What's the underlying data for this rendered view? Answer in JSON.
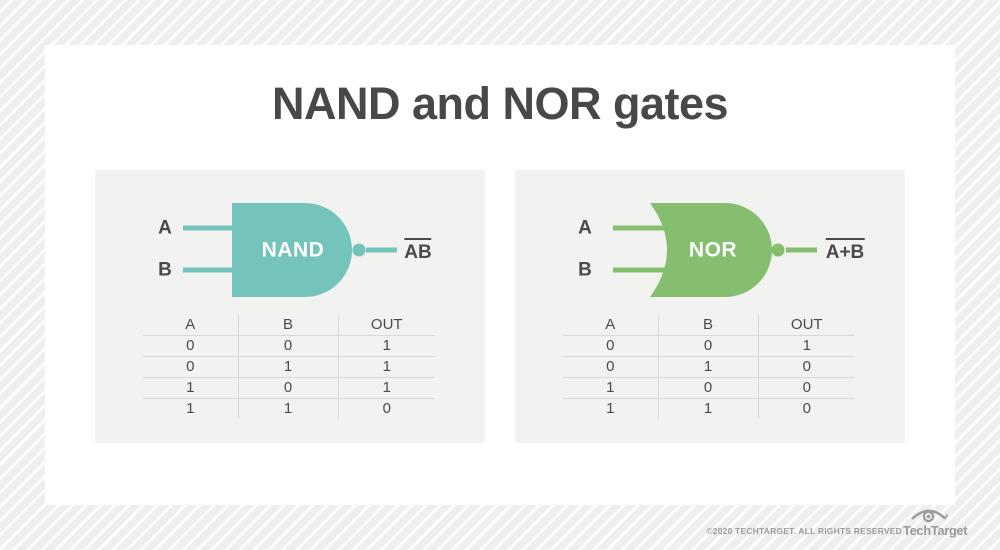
{
  "title": "NAND and NOR gates",
  "panels": [
    {
      "name": "nand",
      "gate_label": "NAND",
      "input_a": "A",
      "input_b": "B",
      "output_label": "AB",
      "output_note": "overline over AB (negation)",
      "color": "#74c4bc",
      "table": {
        "headers": [
          "A",
          "B",
          "OUT"
        ],
        "rows": [
          [
            "0",
            "0",
            "1"
          ],
          [
            "0",
            "1",
            "1"
          ],
          [
            "1",
            "0",
            "1"
          ],
          [
            "1",
            "1",
            "0"
          ]
        ]
      }
    },
    {
      "name": "nor",
      "gate_label": "NOR",
      "input_a": "A",
      "input_b": "B",
      "output_label": "A+B",
      "output_note": "overline over A+B (negation)",
      "color": "#84be6e",
      "table": {
        "headers": [
          "A",
          "B",
          "OUT"
        ],
        "rows": [
          [
            "0",
            "0",
            "1"
          ],
          [
            "0",
            "1",
            "0"
          ],
          [
            "1",
            "0",
            "0"
          ],
          [
            "1",
            "1",
            "0"
          ]
        ]
      }
    }
  ],
  "footer": {
    "copyright": "©2020 TECHTARGET. ALL RIGHTS RESERVED",
    "brand": "TechTarget",
    "brand_icon": "eye-target-icon"
  },
  "colors": {
    "title_text": "#48484a",
    "panel_background": "#f2f2f0",
    "table_line": "#d9d9d8",
    "footer_gray": "#9b9b9b"
  }
}
